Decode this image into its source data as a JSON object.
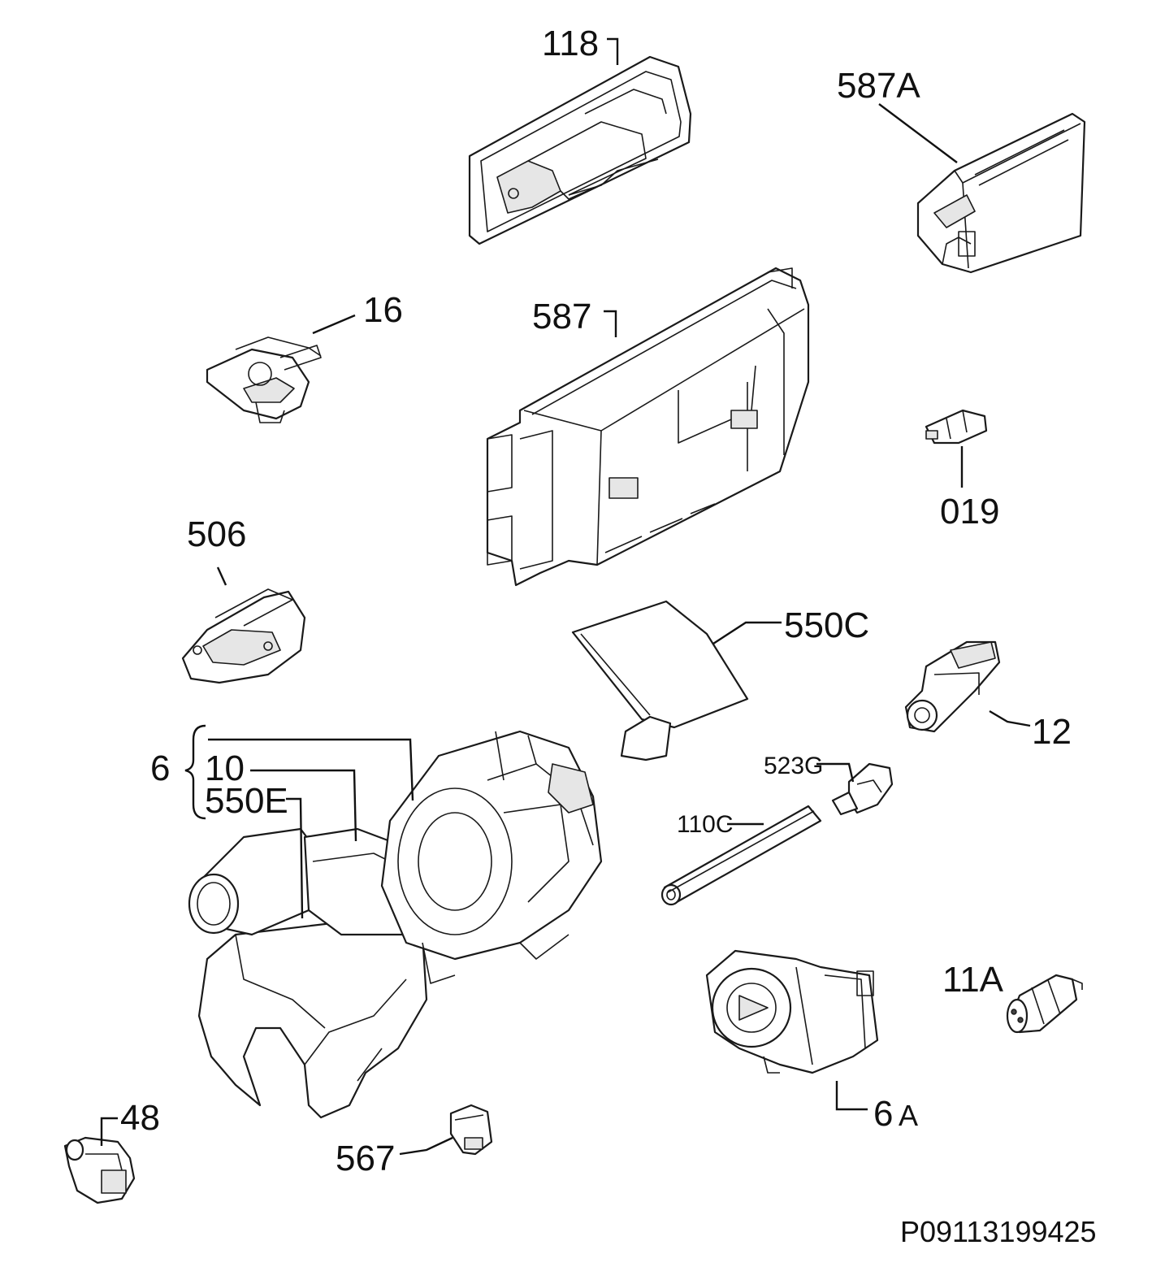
{
  "diagram_code": "P09113199425",
  "labels": {
    "p118": "118",
    "p587A": "587A",
    "p16": "16",
    "p587": "587",
    "p019": "019",
    "p506": "506",
    "p550C": "550C",
    "p12": "12",
    "p6": "6",
    "p10": "10",
    "p550E": "550E",
    "p523G": "523G",
    "p110C": "110C",
    "p11A": "11A",
    "p6A_num": "6",
    "p6A_letter": "A",
    "p48": "48",
    "p567": "567"
  }
}
